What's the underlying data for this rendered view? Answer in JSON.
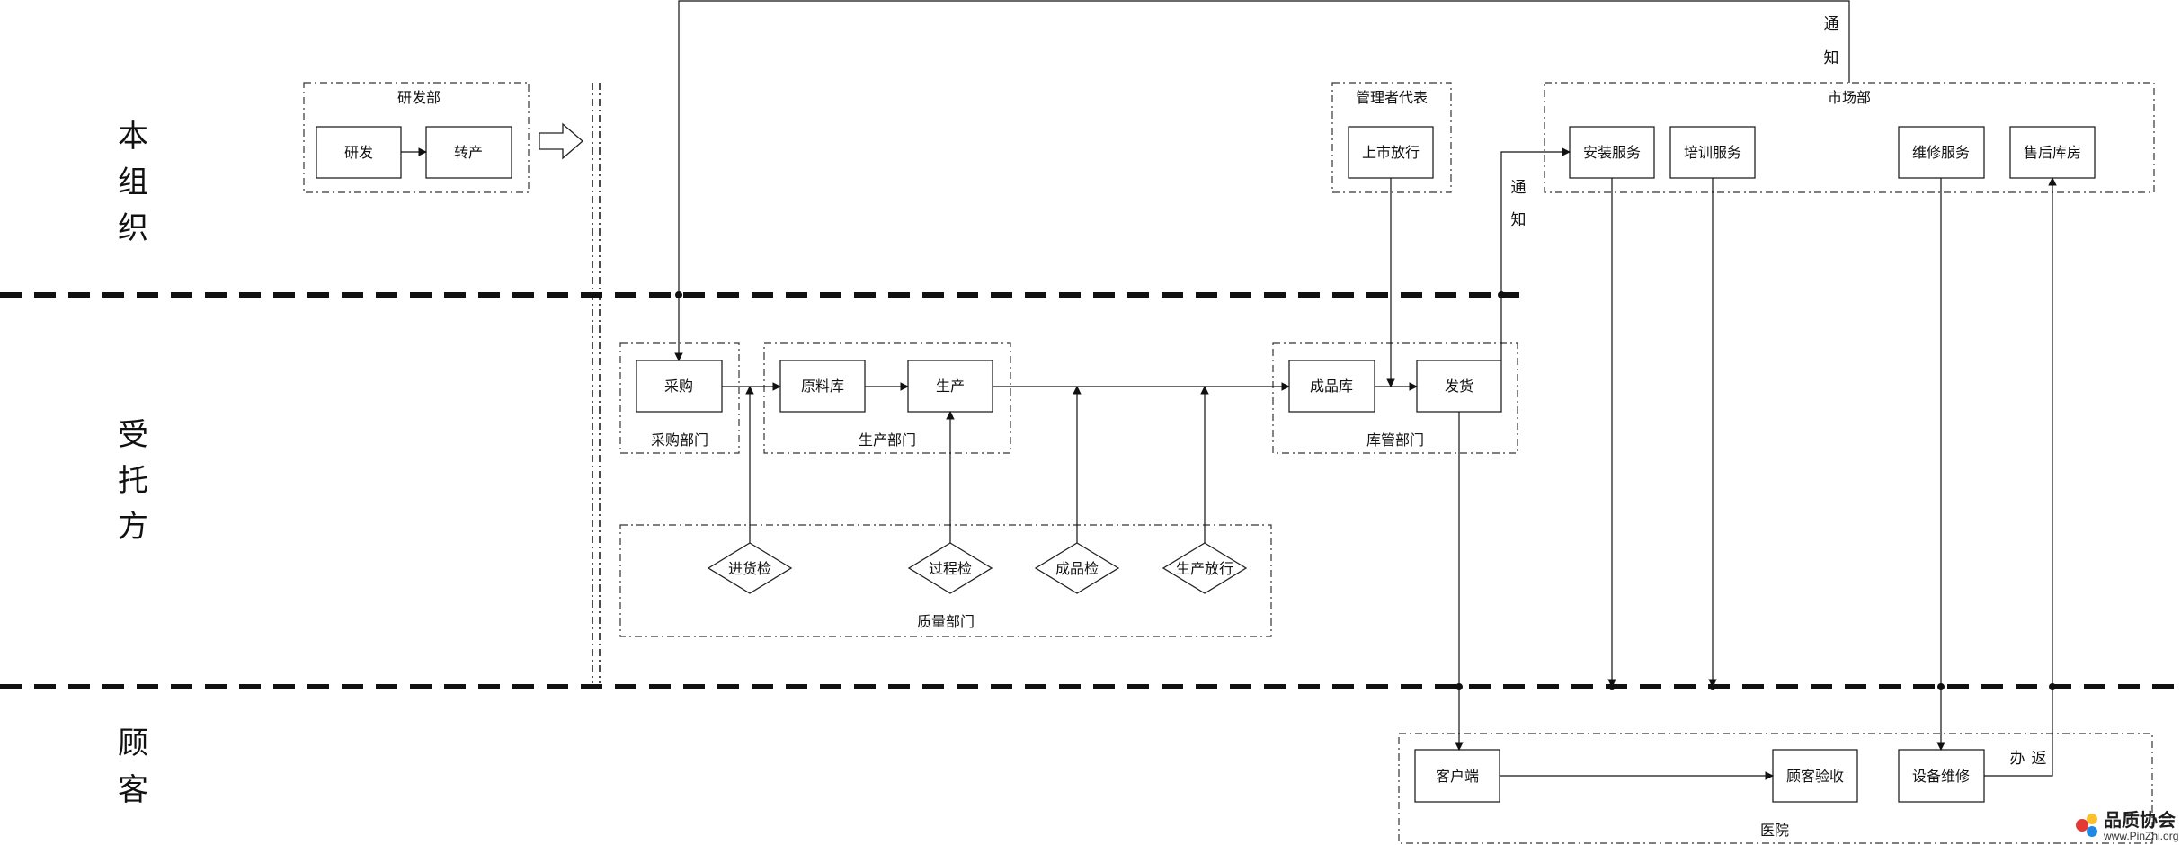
{
  "lanes": {
    "own_org": [
      "本",
      "组",
      "织"
    ],
    "entrusted": [
      "受",
      "托",
      "方"
    ],
    "customer": [
      "顾",
      "客"
    ]
  },
  "groups": {
    "rd": "研发部",
    "management_rep": "管理者代表",
    "market": "市场部",
    "purchasing": "采购部门",
    "production": "生产部门",
    "warehouse": "库管部门",
    "quality": "质量部门",
    "hospital": "医院"
  },
  "boxes": {
    "research": "研发",
    "transfer": "转产",
    "release_to_market": "上市放行",
    "install_service": "安装服务",
    "training_service": "培训服务",
    "repair_service": "维修服务",
    "aftersales_warehouse": "售后库房",
    "purchase": "采购",
    "raw_warehouse": "原料库",
    "production": "生产",
    "finished_warehouse": "成品库",
    "shipping": "发货",
    "client": "客户端",
    "customer_acceptance": "顾客验收",
    "equipment_repair": "设备维修"
  },
  "diamonds": {
    "incoming_inspection": "进货检",
    "process_inspection": "过程检",
    "finished_inspection": "成品检",
    "production_release": "生产放行"
  },
  "notes": {
    "notify_top_1": "通",
    "notify_top_2": "知",
    "notify_mid_1": "通",
    "notify_mid_2": "知",
    "return_1": "办",
    "return_2": "返"
  },
  "watermark": {
    "name": "品质协会",
    "url": "www.PinZhi.org"
  }
}
